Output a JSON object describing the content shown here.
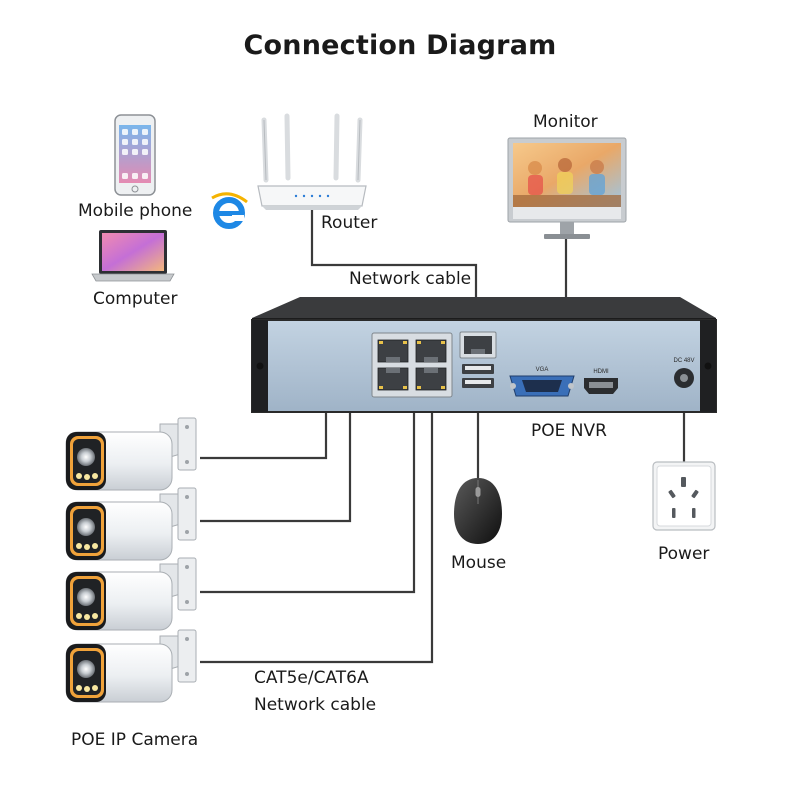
{
  "title": "Connection Diagram",
  "labels": {
    "mobile_phone": "Mobile phone",
    "computer": "Computer",
    "router": "Router",
    "monitor": "Monitor",
    "network_cable_top": "Network cable",
    "nvr": "POE NVR",
    "mouse": "Mouse",
    "power": "Power",
    "cable_type": "CAT5e/CAT6A",
    "network_cable_bottom": "Network cable",
    "cameras": "POE IP Camera"
  },
  "nvr_port_text": {
    "vga": "VGA",
    "hdmi": "HDMI",
    "dc": "DC 48V"
  },
  "icons": {
    "browser": "browser-e-icon",
    "phone": "smartphone-icon",
    "laptop": "laptop-icon"
  },
  "colors": {
    "cable": "#3a3a3a",
    "nvr_front": "#a9bdd0",
    "nvr_frame": "#2a2a2a",
    "browser_blue": "#1e88e5"
  }
}
